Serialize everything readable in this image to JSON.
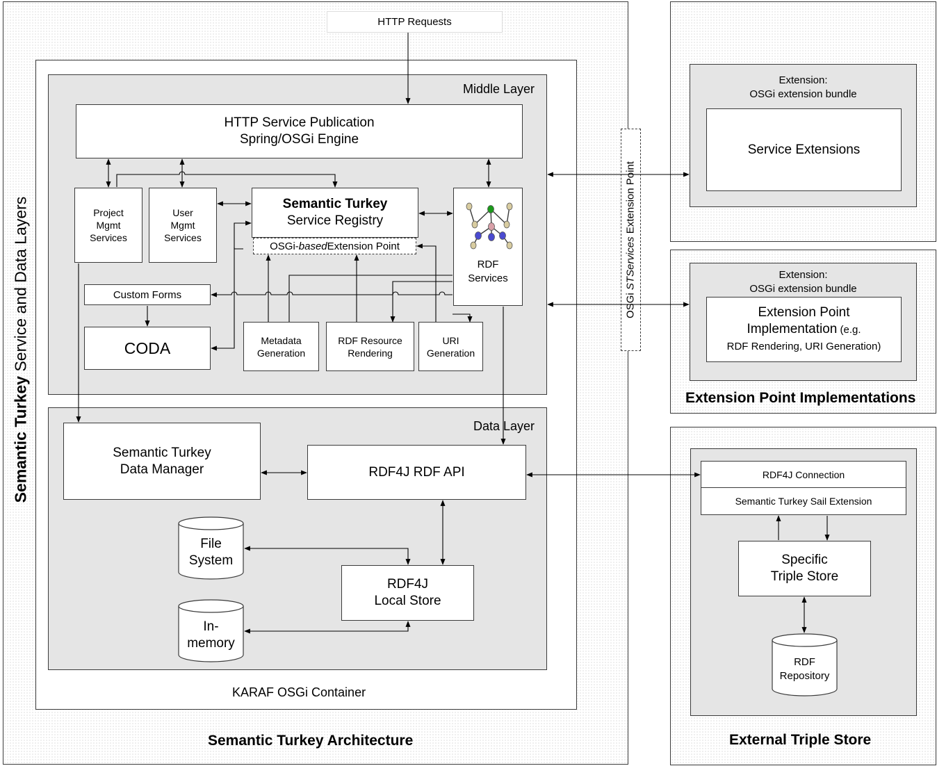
{
  "http_requests": "HTTP Requests",
  "main_title": "Semantic Turkey Architecture",
  "side_title": {
    "bold": "Semantic Turkey",
    "rest": " Service and Data Layers"
  },
  "karaf": "KARAF OSGi Container",
  "middle_layer": {
    "title": "Middle Layer",
    "http_service": [
      "HTTP Service Publication",
      "Spring/OSGi Engine"
    ],
    "project_mgmt": [
      "Project",
      "Mgmt",
      "Services"
    ],
    "user_mgmt": [
      "User",
      "Mgmt",
      "Services"
    ],
    "registry": {
      "bold": "Semantic Turkey",
      "normal": "Service Registry"
    },
    "osgi_ext_point": {
      "pre": "OSGi-",
      "italic": "based",
      "post": " Extension Point"
    },
    "rdf_services": [
      "RDF",
      "Services"
    ],
    "custom_forms": "Custom Forms",
    "coda": "CODA",
    "metadata": [
      "Metadata",
      "Generation"
    ],
    "rdf_rendering": [
      "RDF Resource",
      "Rendering"
    ],
    "uri_generation": [
      "URI",
      "Generation"
    ]
  },
  "data_layer": {
    "title": "Data Layer",
    "data_manager": [
      "Semantic Turkey",
      "Data Manager"
    ],
    "rdf4j_api": "RDF4J RDF API",
    "file_system": [
      "File",
      "System"
    ],
    "in_memory": [
      "In-",
      "memory"
    ],
    "local_store": [
      "RDF4J",
      "Local Store"
    ]
  },
  "st_services_ext": {
    "pre": "OSGi ",
    "italic": "STServices",
    "post": " Extension Point"
  },
  "extensions": {
    "service": {
      "header": [
        "Extension:",
        "OSGi extension bundle"
      ],
      "inner": "Service Extensions"
    },
    "impl": {
      "header": [
        "Extension:",
        "OSGi extension bundle"
      ],
      "inner_line1": "Extension Point",
      "inner_line2": "Implementation",
      "inner_eg": " (e.g.",
      "inner_line3": "RDF Rendering, URI Generation)"
    },
    "title": "Extension Point Implementations"
  },
  "external": {
    "connection": "RDF4J Connection",
    "sail": "Semantic Turkey Sail Extension",
    "specific": [
      "Specific",
      "Triple Store"
    ],
    "repository": [
      "RDF",
      "Repository"
    ],
    "title": "External Triple Store"
  },
  "colors": {
    "grey_fill": "#e5e5e5",
    "border": "#3a3a3a",
    "green_node": "#1a9a1a",
    "blue_node": "#4a4ad0",
    "pink_node": "#d8a0a8",
    "tan_node": "#d8cca0"
  }
}
